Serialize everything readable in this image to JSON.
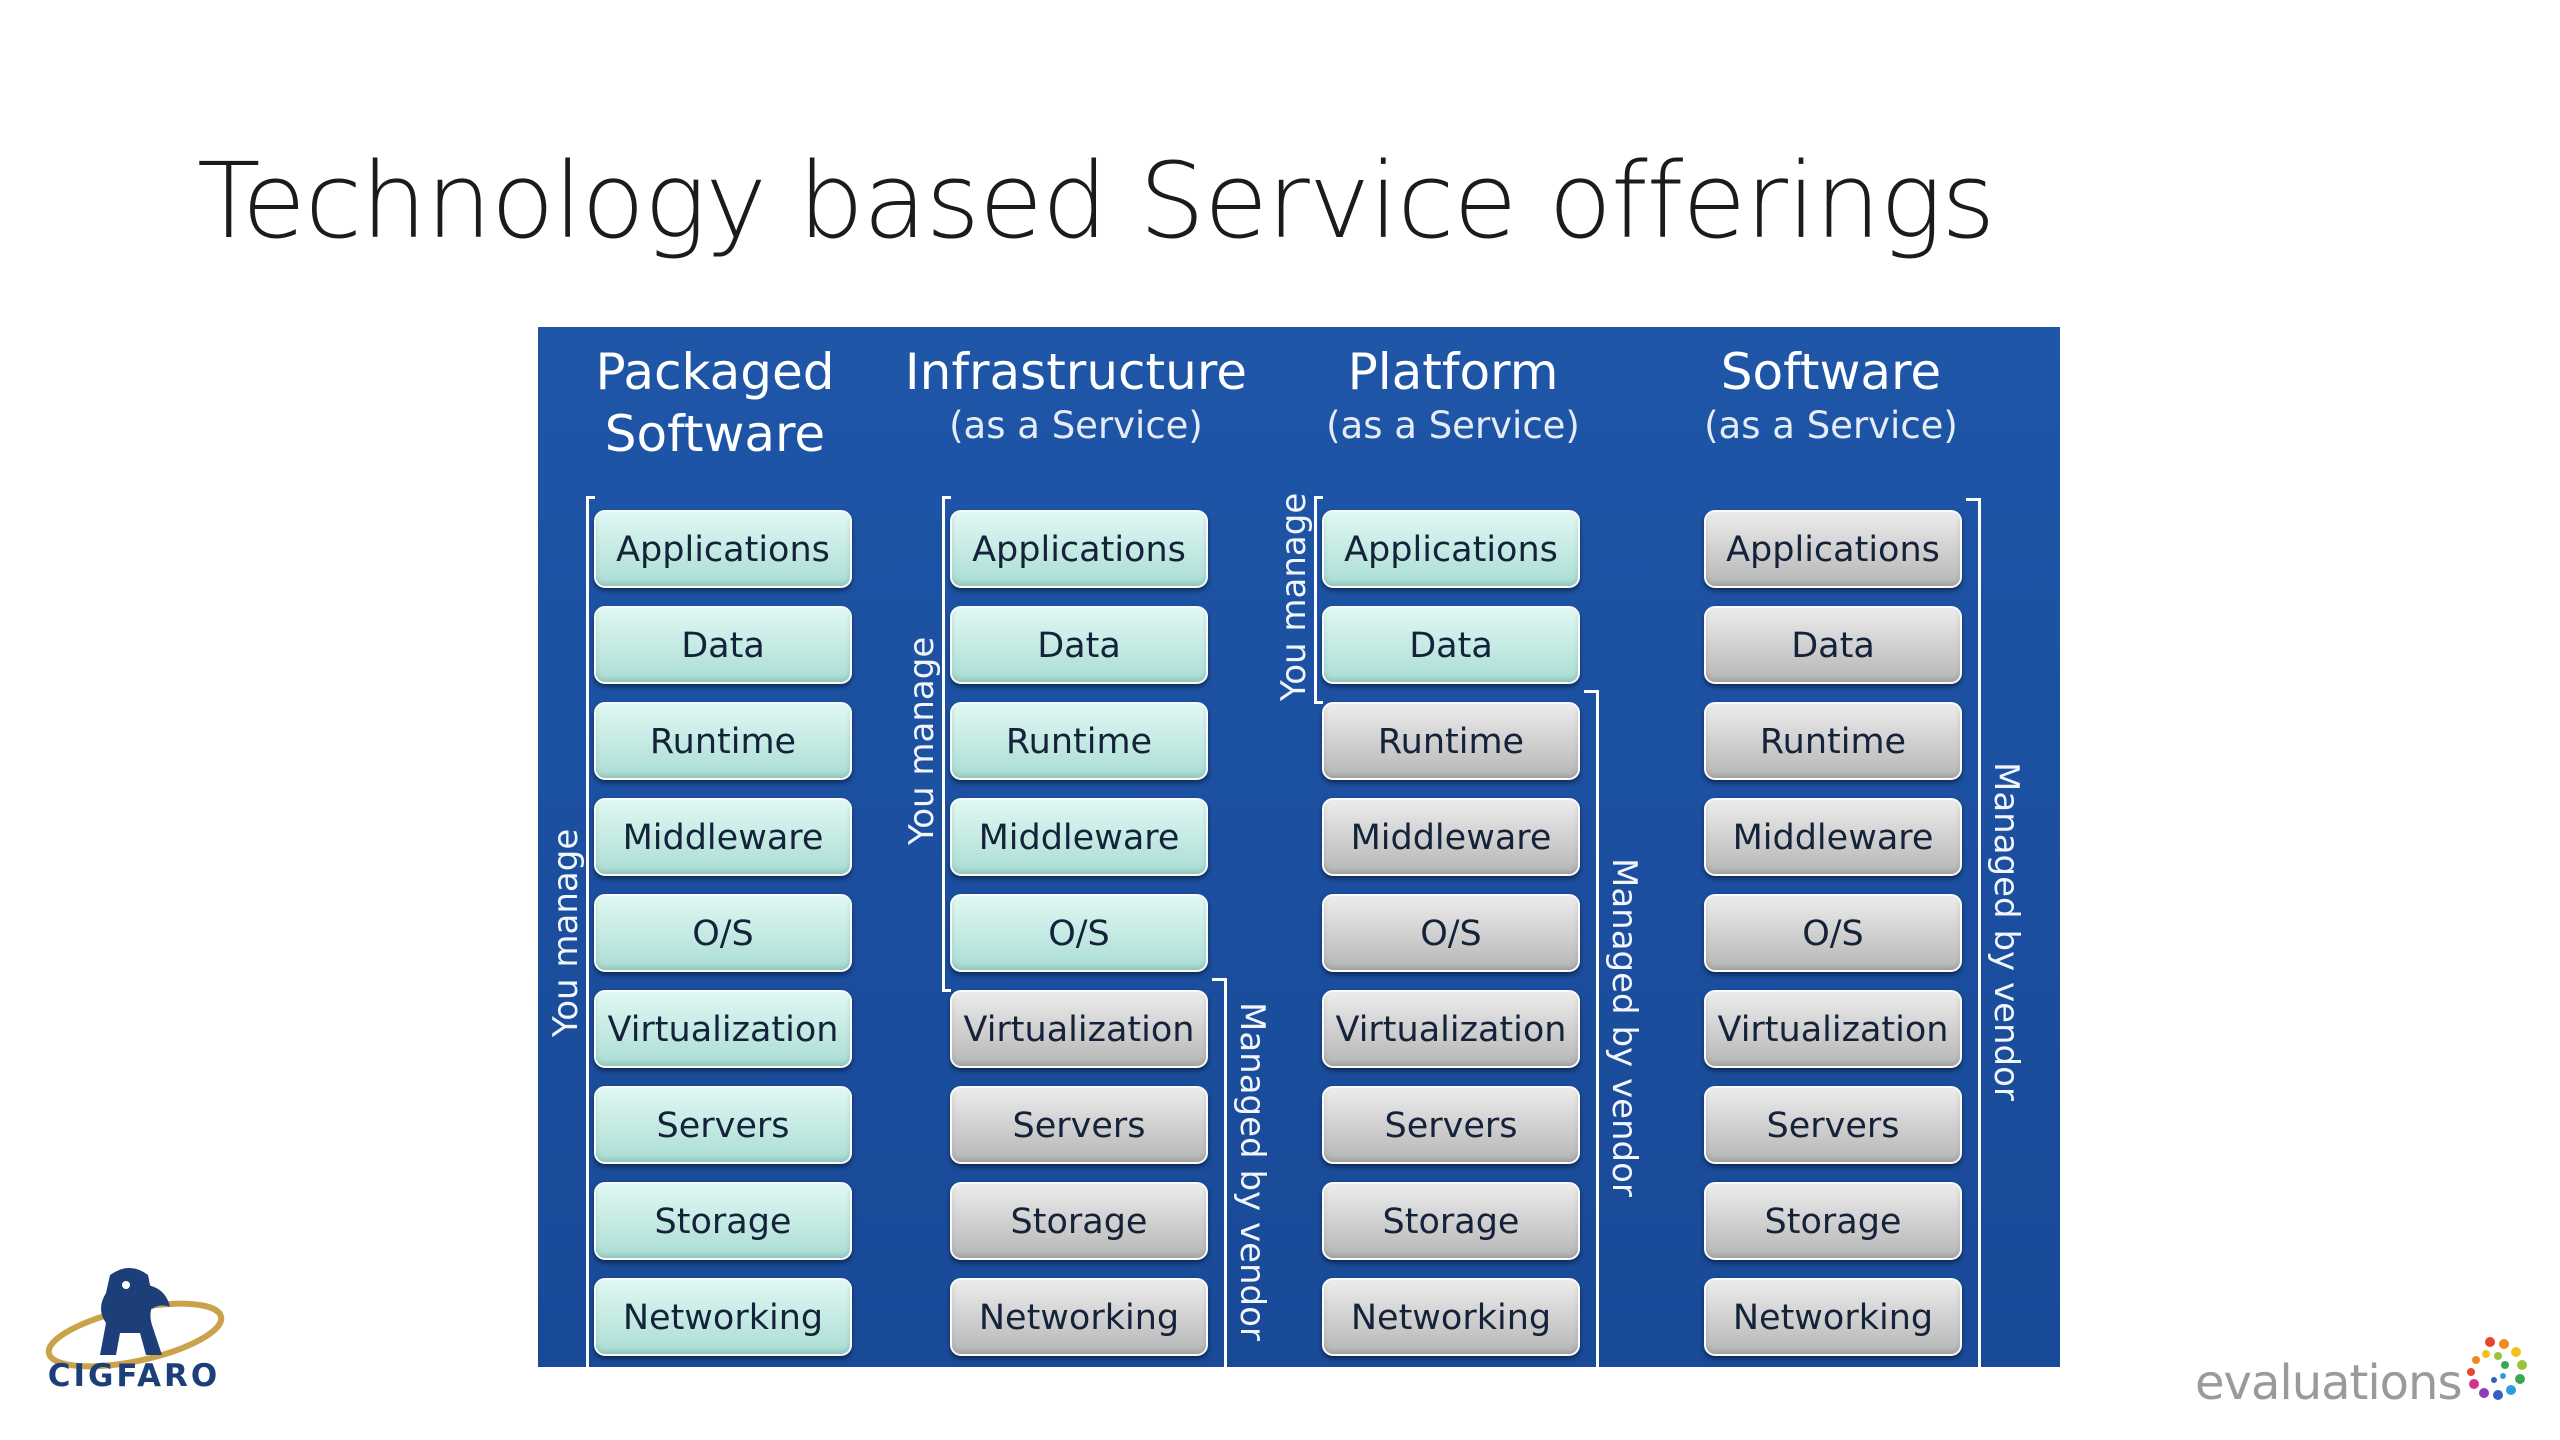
{
  "title": "Technology based Service offerings",
  "columns": [
    {
      "heading_line1": "Packaged",
      "heading_line2": "Software",
      "heading_style": "two-large",
      "you_manage_label": "You manage",
      "vendor_label": "",
      "user_managed_count": 9,
      "layers": [
        "Applications",
        "Data",
        "Runtime",
        "Middleware",
        "O/S",
        "Virtualization",
        "Servers",
        "Storage",
        "Networking"
      ]
    },
    {
      "heading_line1": "Infrastructure",
      "heading_line2": "(as a Service)",
      "heading_style": "large-small",
      "you_manage_label": "You manage",
      "vendor_label": "Managed by vendor",
      "user_managed_count": 5,
      "layers": [
        "Applications",
        "Data",
        "Runtime",
        "Middleware",
        "O/S",
        "Virtualization",
        "Servers",
        "Storage",
        "Networking"
      ]
    },
    {
      "heading_line1": "Platform",
      "heading_line2": "(as a Service)",
      "heading_style": "large-small",
      "you_manage_label": "You manage",
      "vendor_label": "Managed by vendor",
      "user_managed_count": 2,
      "layers": [
        "Applications",
        "Data",
        "Runtime",
        "Middleware",
        "O/S",
        "Virtualization",
        "Servers",
        "Storage",
        "Networking"
      ]
    },
    {
      "heading_line1": "Software",
      "heading_line2": "(as a Service)",
      "heading_style": "large-small",
      "you_manage_label": "",
      "vendor_label": "Managed by vendor",
      "user_managed_count": 0,
      "layers": [
        "Applications",
        "Data",
        "Runtime",
        "Middleware",
        "O/S",
        "Virtualization",
        "Servers",
        "Storage",
        "Networking"
      ]
    }
  ],
  "colors": {
    "diagram_background": "#1f56a8",
    "user_managed_layer": "#b8e6de",
    "vendor_managed_layer": "#c8c8c8"
  },
  "logos": {
    "left": {
      "name": "CIGFARO",
      "icon": "lion-emblem-icon"
    },
    "right": {
      "name": "evaluations",
      "icon": "dotted-swirl-icon"
    }
  }
}
